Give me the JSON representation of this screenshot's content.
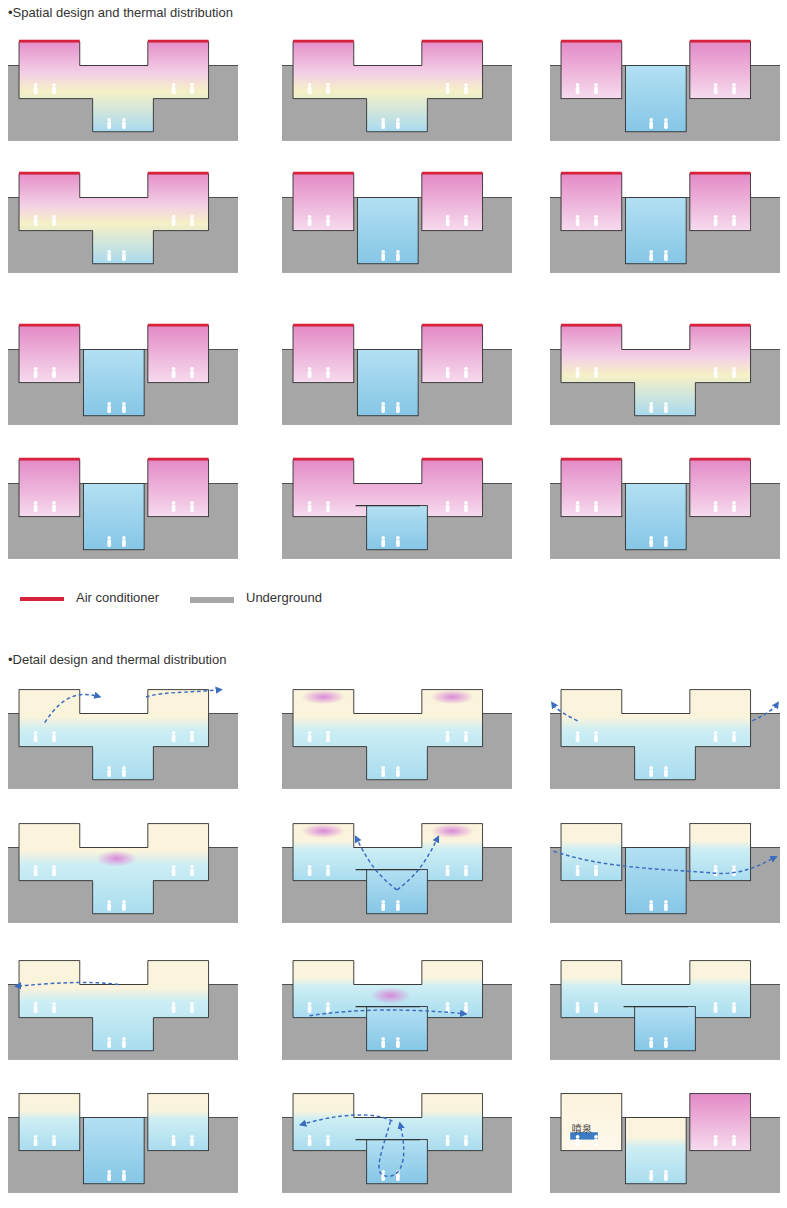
{
  "diagram": {
    "labels": [
      "•Spatial design and thermal distribution",
      "•Detail design and thermal distribution",
      "噴泉"
    ],
    "legend": [
      {
        "text": "Air conditioner",
        "color": "#d8213b"
      },
      {
        "text": "Underground",
        "color": "#a6a6a6"
      }
    ]
  }
}
